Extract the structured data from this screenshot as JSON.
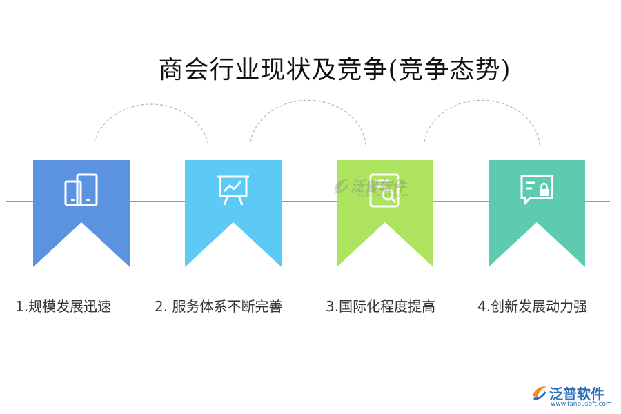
{
  "title": "商会行业现状及竞争(竞争态势)",
  "steps": [
    {
      "label": "1.规模发展迅速",
      "color": "#5b93e0",
      "icon": "mobile-devices-icon"
    },
    {
      "label": "2.  服务体系不断完善",
      "color": "#5ccaf4",
      "icon": "presentation-chart-icon"
    },
    {
      "label": "3.国际化程度提高",
      "color": "#aee35f",
      "icon": "document-search-icon"
    },
    {
      "label": "4.创新发展动力强",
      "color": "#5ccbb0",
      "icon": "chat-lock-icon"
    }
  ],
  "watermark": {
    "text": "泛普软件",
    "sub": "FANPUSOFTWARE"
  },
  "logo": {
    "name": "泛普软件",
    "url": "www.fanpusoft.com"
  }
}
